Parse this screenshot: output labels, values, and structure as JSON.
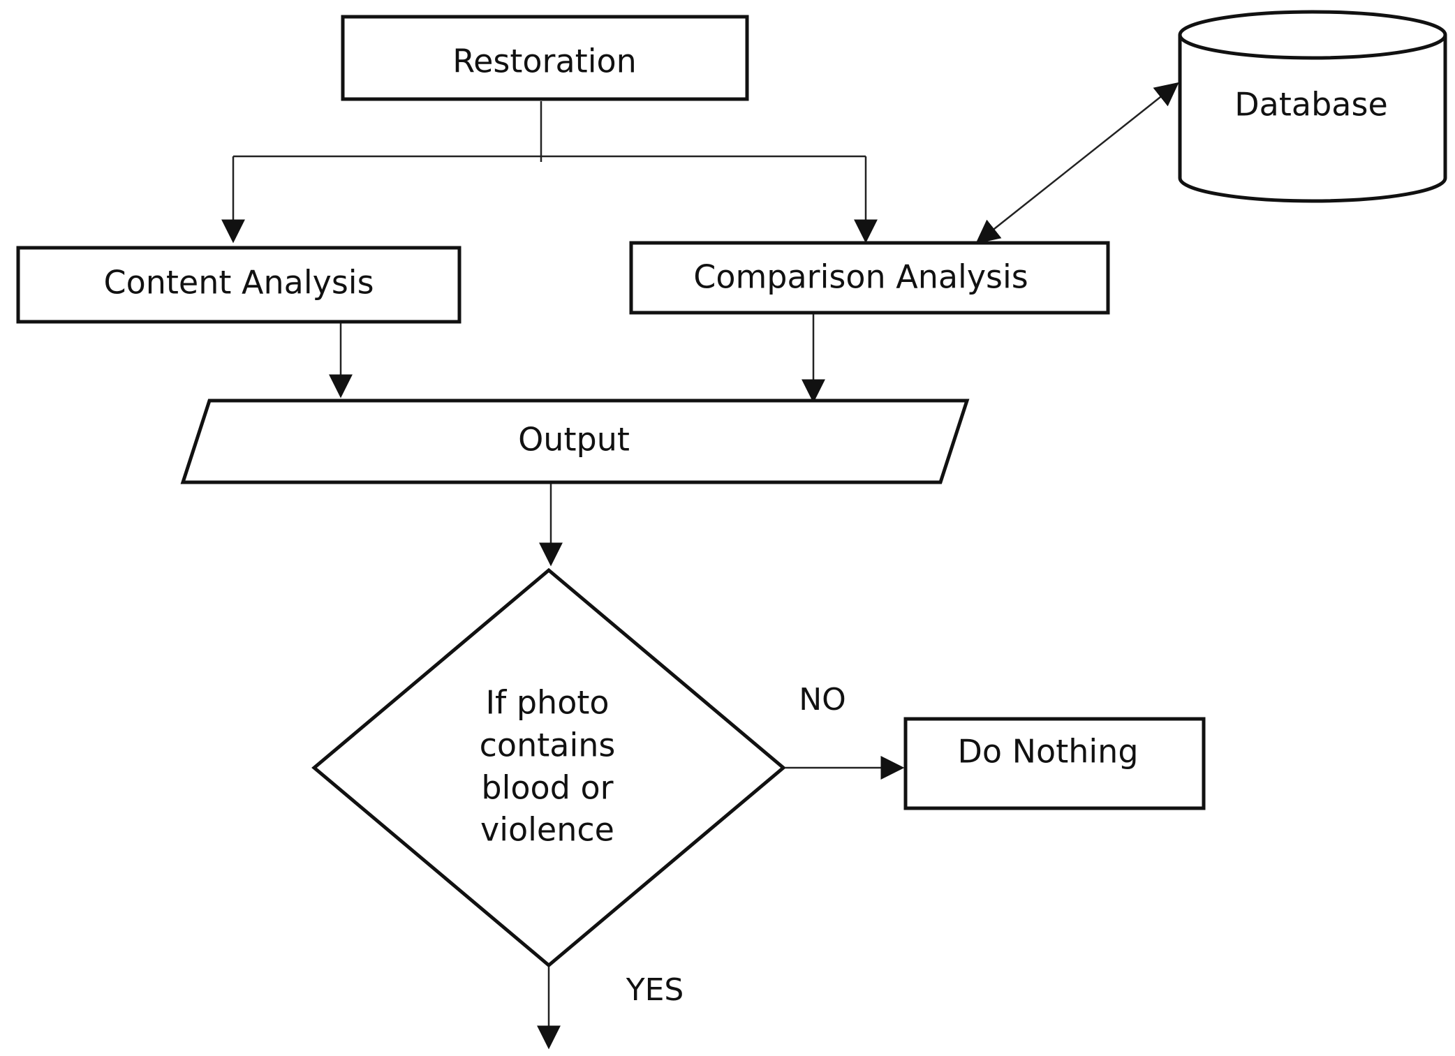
{
  "nodes": {
    "restoration": "Restoration",
    "database": "Database",
    "content_analysis": "Content Analysis",
    "comparison_analysis": "Comparison Analysis",
    "output": "Output",
    "decision": [
      "If photo",
      "contains",
      "blood or",
      "violence"
    ],
    "do_nothing": "Do Nothing"
  },
  "edges": {
    "no_label": "NO",
    "yes_label": "YES"
  }
}
